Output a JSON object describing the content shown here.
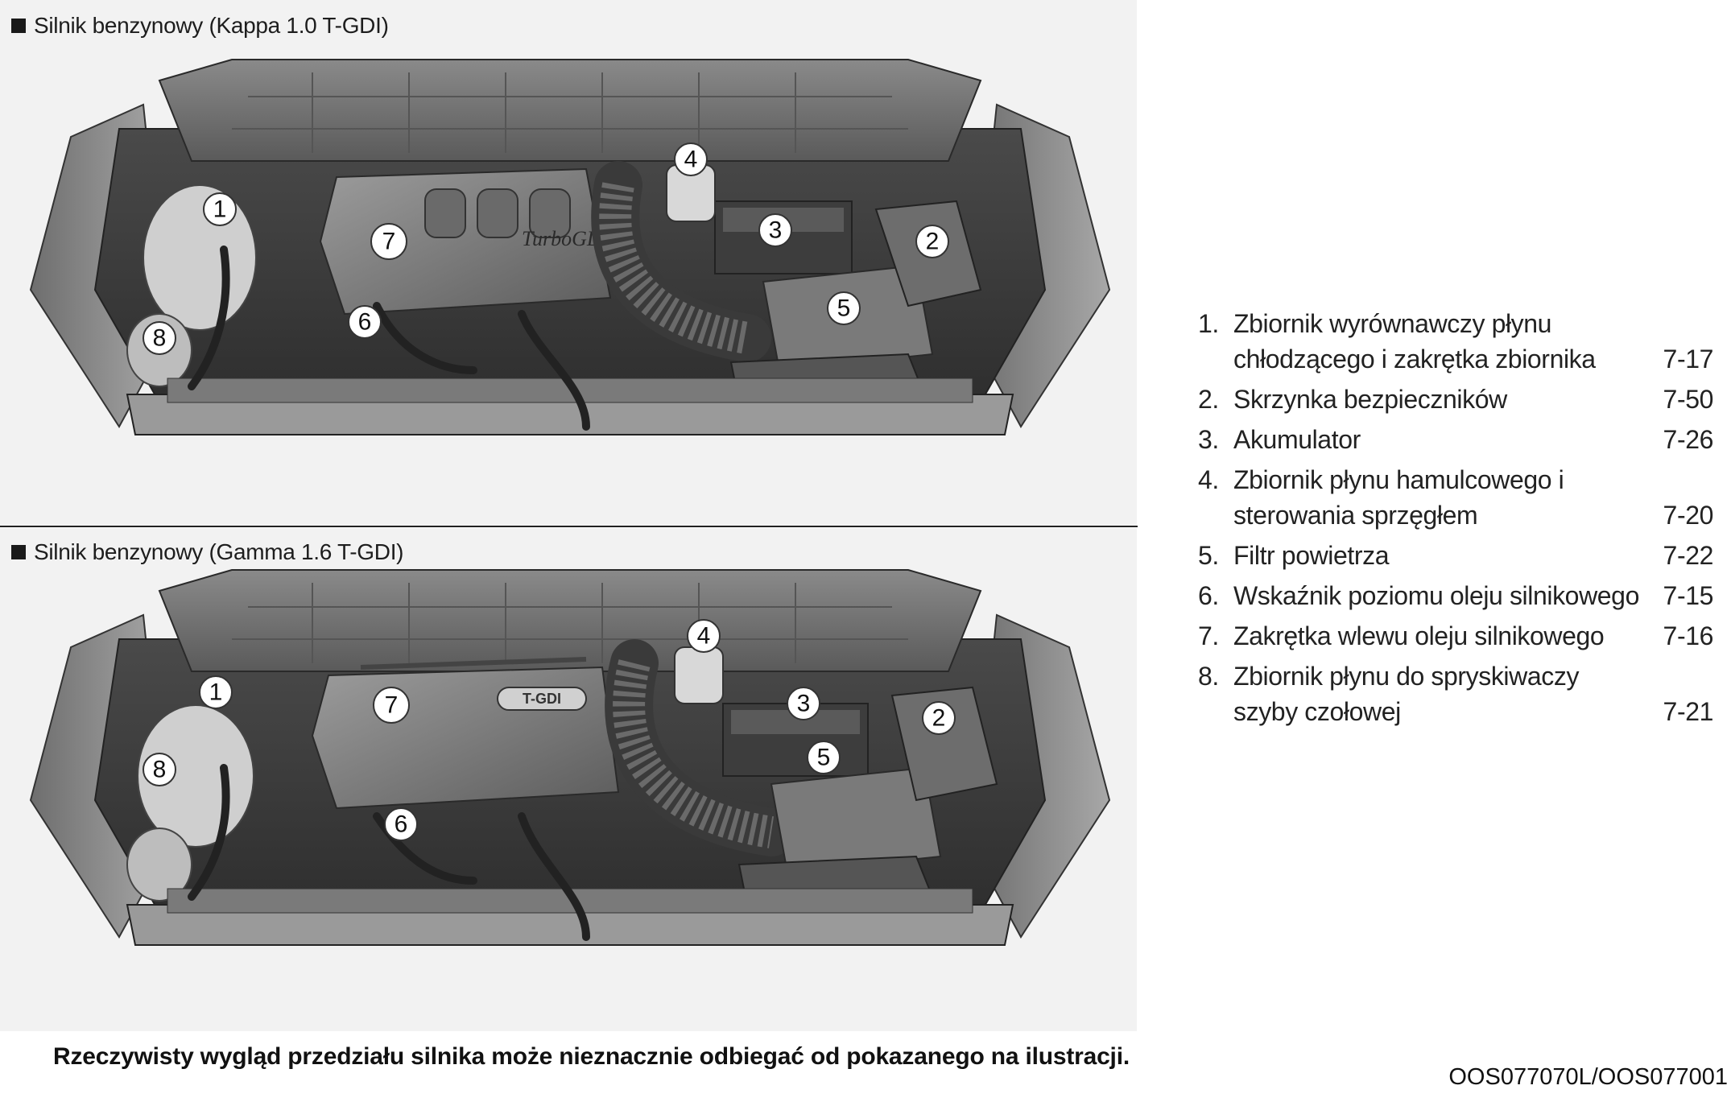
{
  "panels": {
    "top": {
      "title": "Silnik benzynowy (Kappa 1.0 T-GDI)",
      "cover_text": "TurboGDi"
    },
    "bottom": {
      "title": "Silnik benzynowy (Gamma 1.6 T-GDI)",
      "cover_text": "T-GDI"
    }
  },
  "callouts": [
    "1",
    "2",
    "3",
    "4",
    "5",
    "6",
    "7",
    "8"
  ],
  "legend": [
    {
      "num": "1.",
      "text": "Zbiornik wyrównawczy płynu chłodzącego i zakrętka zbiornika",
      "page": "7-17"
    },
    {
      "num": "2.",
      "text": "Skrzynka bezpieczników",
      "page": "7-50"
    },
    {
      "num": "3.",
      "text": "Akumulator",
      "page": "7-26"
    },
    {
      "num": "4.",
      "text": "Zbiornik płynu hamulcowego i sterowania sprzęgłem",
      "page": "7-20"
    },
    {
      "num": "5.",
      "text": "Filtr powietrza",
      "page": "7-22"
    },
    {
      "num": "6.",
      "text": "Wskaźnik poziomu oleju silnikowego",
      "page": "7-15"
    },
    {
      "num": "7.",
      "text": "Zakrętka wlewu oleju silnikowego",
      "page": "7-16"
    },
    {
      "num": "8.",
      "text": "Zbiornik płynu do spryskiwaczy szyby czołowej",
      "page": "7-21"
    }
  ],
  "footer_note": "Rzeczywisty wygląd przedziału silnika może nieznacznie odbiegać od pokazanego na ilustracji.",
  "image_code": "OOS077070L/OOS077001"
}
